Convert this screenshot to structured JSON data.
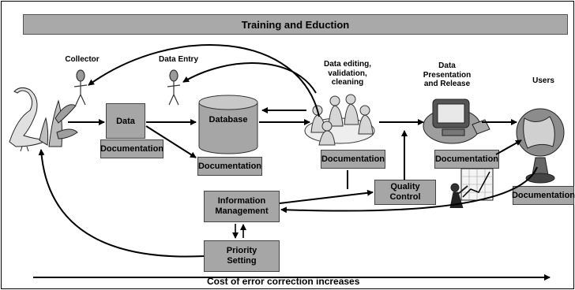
{
  "banner": "Training and Eduction",
  "labels": {
    "collector": "Collector",
    "data_entry": "Data Entry",
    "editing": "Data editing,\nvalidation,\ncleaning",
    "presentation": "Data\nPresentation\nand Release",
    "users": "Users"
  },
  "boxes": {
    "data": "Data",
    "doc_data": "Documentation",
    "database": "Database",
    "doc_database": "Documentation",
    "doc_editing": "Documentation",
    "doc_presentation": "Documentation",
    "doc_users": "Documentation",
    "quality_control": "Quality Control",
    "info_mgmt": "Information\nManagement",
    "priority": "Priority\nSetting"
  },
  "footer": "Cost of error correction increases"
}
